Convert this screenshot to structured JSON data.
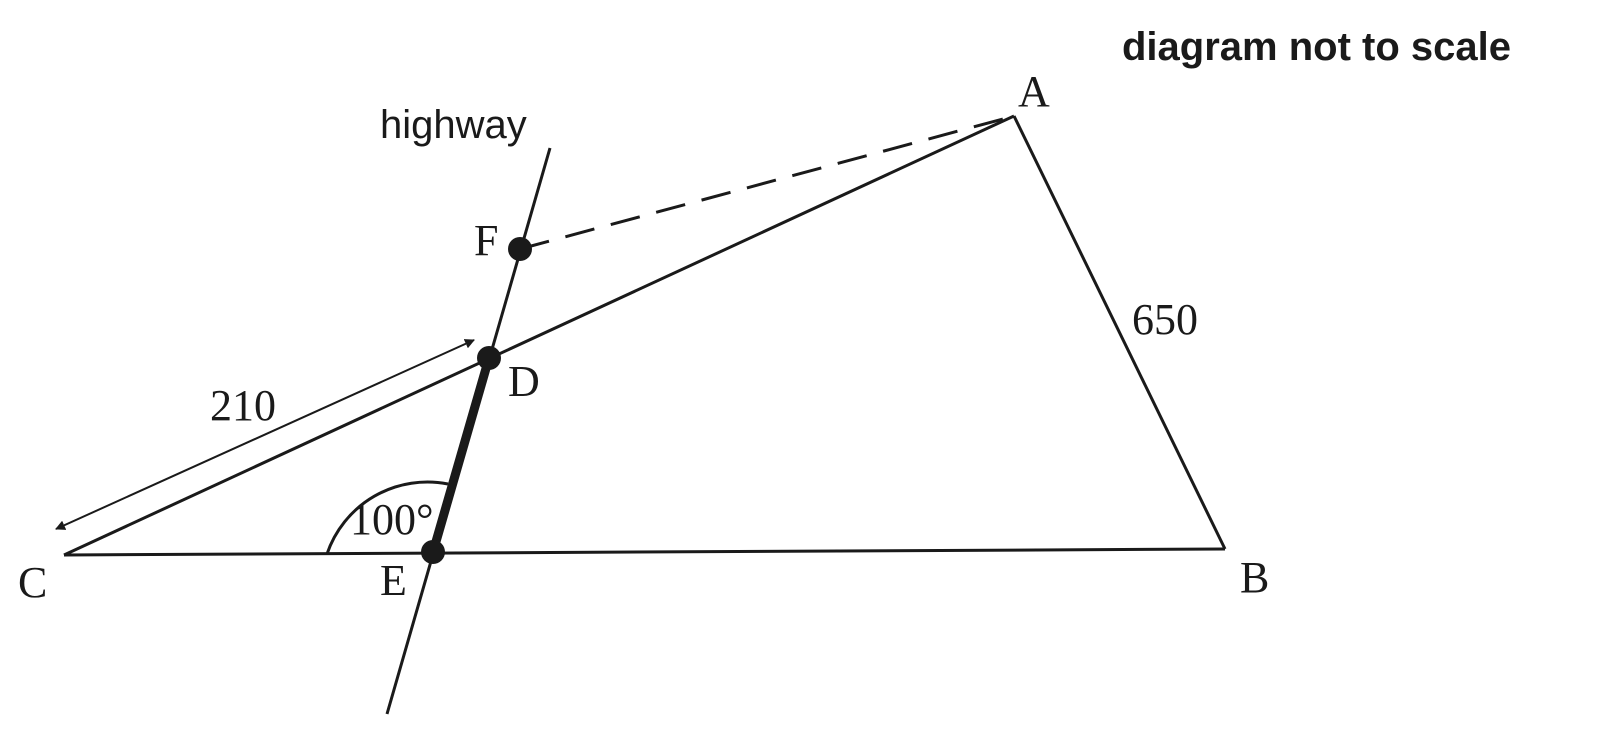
{
  "note": "diagram not to scale",
  "highway_label": "highway",
  "points": {
    "A": "A",
    "B": "B",
    "C": "C",
    "D": "D",
    "E": "E",
    "F": "F"
  },
  "measurements": {
    "ab_length": "650",
    "cd_length": "210",
    "angle": "100°"
  }
}
